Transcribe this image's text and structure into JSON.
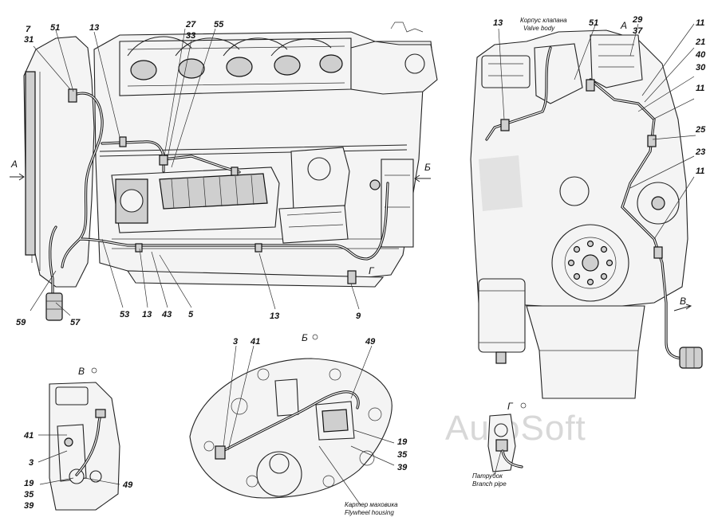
{
  "figure": {
    "watermark": "AutoSoft",
    "view_labels": {
      "a_left": "А",
      "a_right": "А",
      "b_main": "Б",
      "b_inset": "Б",
      "g_main": "Г",
      "g_inset": "Г",
      "v_main": "В",
      "v_inset": "В"
    },
    "captions": {
      "valve_body_ru": "Корпус клапана",
      "valve_body_en": "Valve body",
      "flywheel_housing_ru": "Картер маховика",
      "flywheel_housing_en": "Flywheel housing",
      "branch_pipe_ru": "Патрубок",
      "branch_pipe_en": "Branch pipe"
    },
    "callouts_main_view": {
      "c7": "7",
      "c31": "31",
      "c51": "51",
      "c13a": "13",
      "c27": "27",
      "c33": "33",
      "c55": "55",
      "c59": "59",
      "c57": "57",
      "c53": "53",
      "c13b": "13",
      "c43": "43",
      "c5": "5",
      "c13c": "13",
      "c9": "9"
    },
    "callouts_view_a": {
      "c13": "13",
      "c51": "51",
      "c29": "29",
      "c37": "37",
      "c11a": "11",
      "c21": "21",
      "c40": "40",
      "c30": "30",
      "c11b": "11",
      "c25": "25",
      "c23": "23",
      "c11c": "11"
    },
    "callouts_view_v": {
      "c41": "41",
      "c3": "3",
      "c19": "19",
      "c35": "35",
      "c39": "39",
      "c49": "49"
    },
    "callouts_view_b": {
      "c3": "3",
      "c41": "41",
      "c49": "49",
      "c19": "19",
      "c35": "35",
      "c39": "39"
    }
  }
}
